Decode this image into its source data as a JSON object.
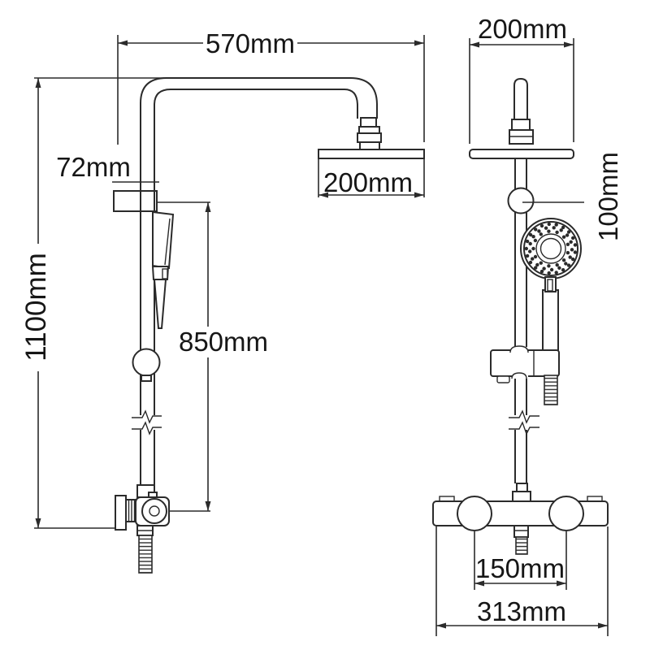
{
  "style": {
    "background": "#ffffff",
    "line_color": "#2b2b2b",
    "text_color": "#161616"
  },
  "side_view": {
    "dims": {
      "arm_reach": "570mm",
      "bracket_offset": "72mm",
      "overall_height": "1100mm",
      "handset_rail_height": "850mm",
      "overhead_width": "200mm"
    }
  },
  "front_view": {
    "dims": {
      "overhead_width": "200mm",
      "handset_offset": "100mm",
      "valve_inlet_centers": "150mm",
      "valve_overall_width": "313mm"
    }
  }
}
